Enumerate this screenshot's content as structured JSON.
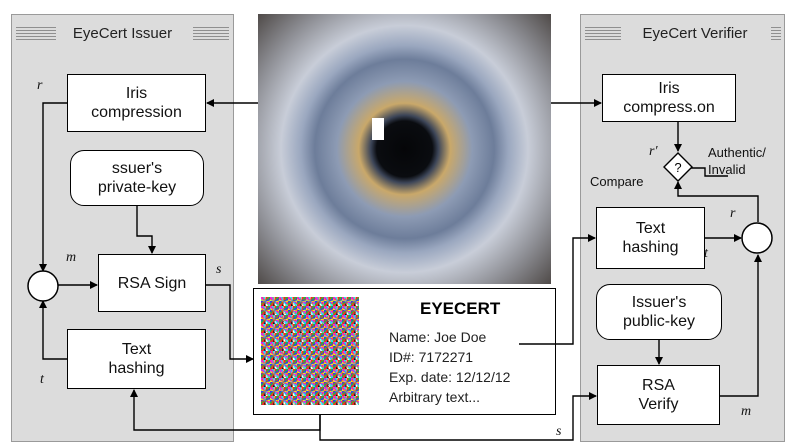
{
  "issuer": {
    "title": "EyeCert Issuer",
    "iris_compression": "Iris\ncompression",
    "private_key": "ssuer's\nprivate-key",
    "rsa_sign": "RSA Sign",
    "text_hashing": "Text\nhashing"
  },
  "verifier": {
    "title": "EyeCert Verifier",
    "iris_compression": "Iris\ncompress.on",
    "text_hashing": "Text\nhashing",
    "public_key": "Issuer's\npublic-key",
    "rsa_verify": "RSA\nVerify",
    "compare_label": "Compare",
    "compare_symbol": "?",
    "result": "Authentic/\nInvalid"
  },
  "certificate": {
    "title": "EYECERT",
    "name": "Name: Joe Doe",
    "id": "ID#: 7172271",
    "exp": "Exp. date: 12/12/12",
    "text": "Arbitrary text..."
  },
  "symbols": {
    "r": "r",
    "m": "m",
    "t": "t",
    "s": "s",
    "r_prime": "r′"
  }
}
